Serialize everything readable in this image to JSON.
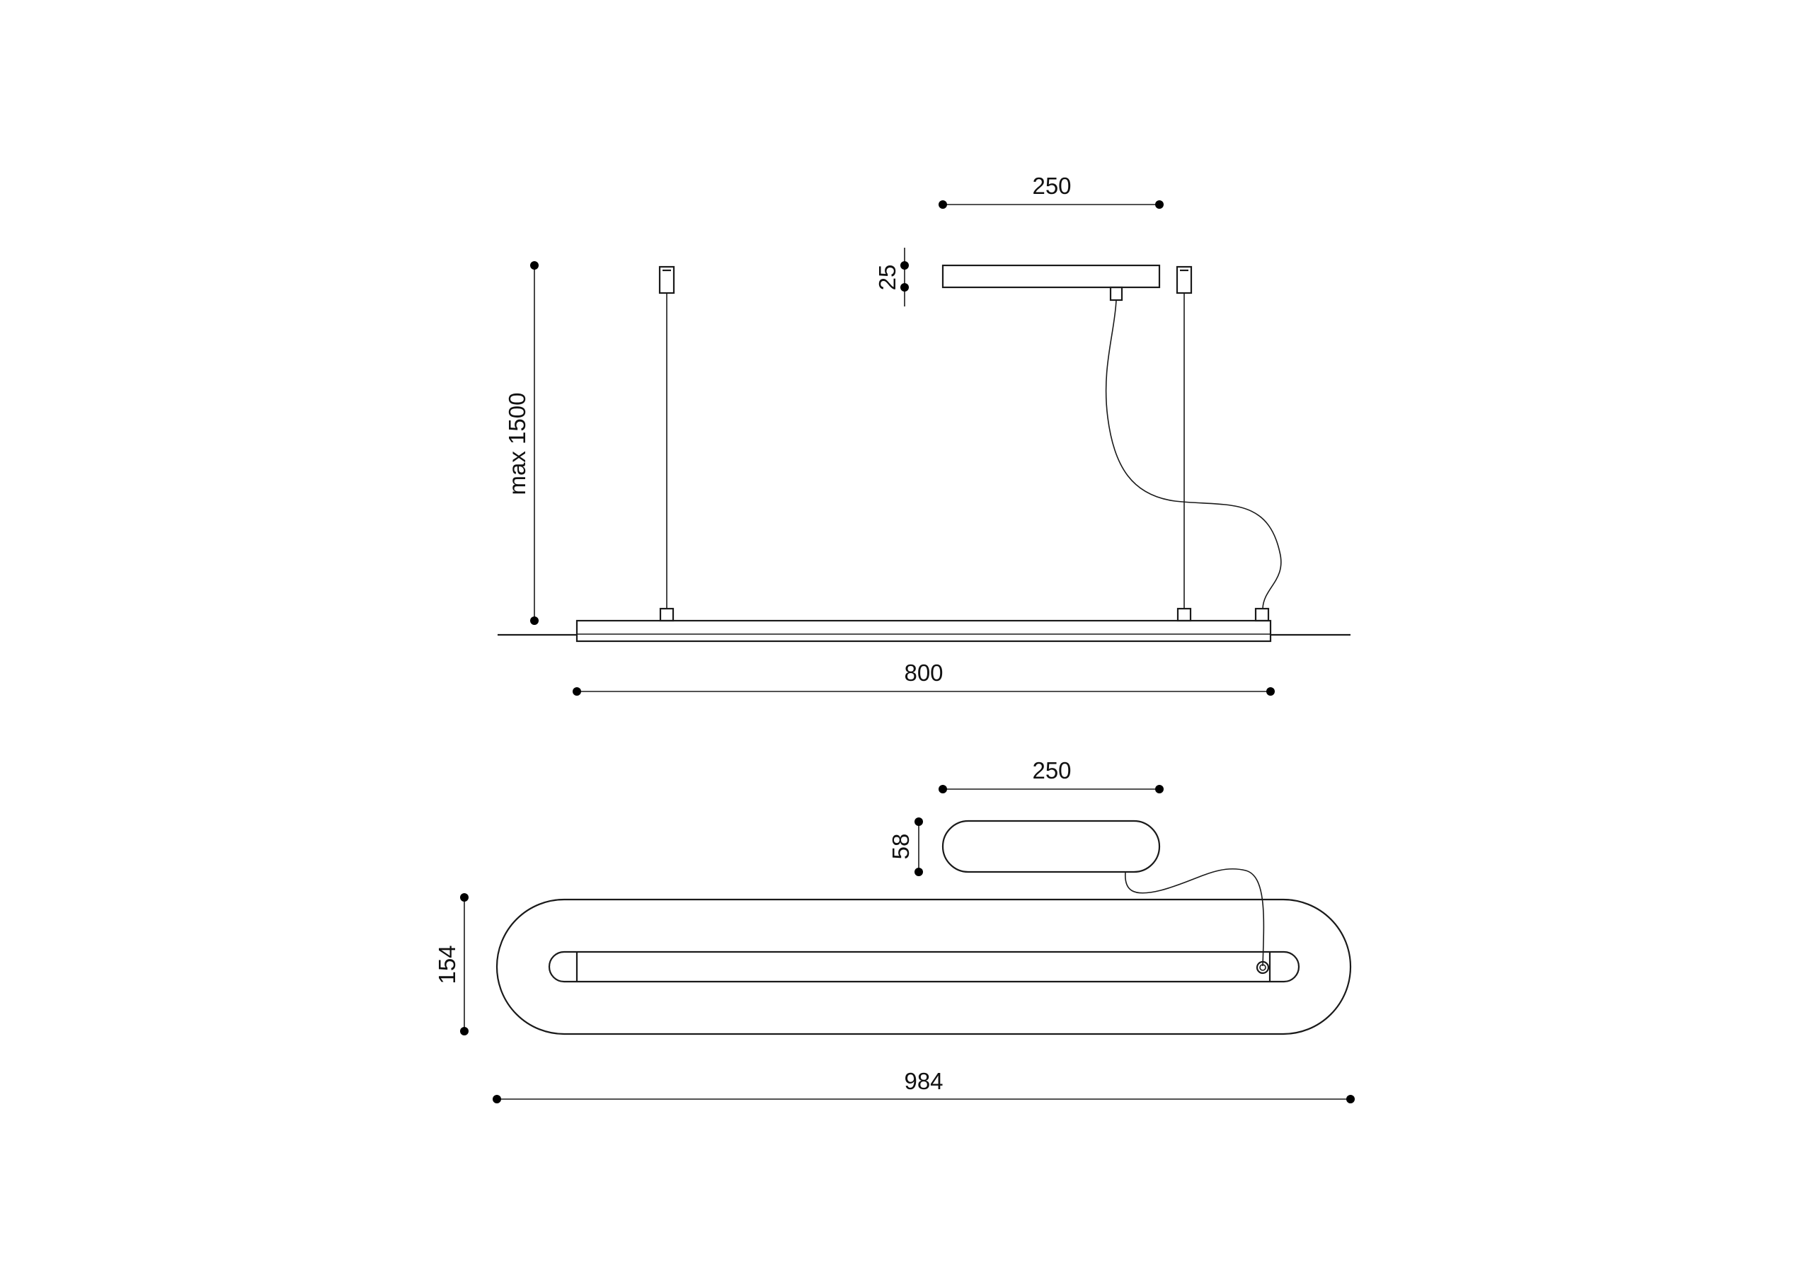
{
  "side_view": {
    "dimensions": {
      "canopy_width": "250",
      "canopy_height": "25",
      "max_suspension": "max 1500",
      "body_length": "800"
    }
  },
  "top_view": {
    "dimensions": {
      "canopy_width": "250",
      "canopy_depth": "58",
      "body_depth": "154",
      "overall_length": "984"
    }
  },
  "colors": {
    "line": "#1a1a1a",
    "background": "#ffffff"
  }
}
